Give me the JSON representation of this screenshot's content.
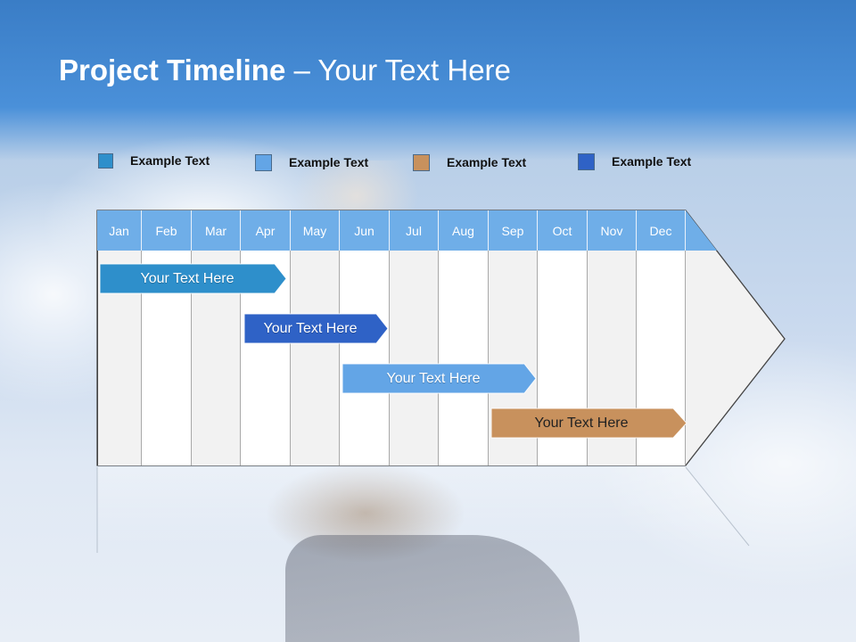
{
  "slide": {
    "title_bold": "Project Timeline",
    "title_rest": " – Your Text Here"
  },
  "legend": [
    {
      "label": "Example Text",
      "color": "#2e8fcb"
    },
    {
      "label": "Example Text",
      "color": "#63a5e6"
    },
    {
      "label": "Example Text",
      "color": "#c8915d"
    },
    {
      "label": "Example Text",
      "color": "#2f62c6"
    }
  ],
  "timeline": {
    "months": [
      "Jan",
      "Feb",
      "Mar",
      "Apr",
      "May",
      "Jun",
      "Jul",
      "Aug",
      "Sep",
      "Oct",
      "Nov",
      "Dec"
    ],
    "header_color": "#6faee8",
    "tasks": [
      {
        "label": "Your  Text Here",
        "color": "#2e8fcb"
      },
      {
        "label": "Your  Text Here",
        "color": "#2f62c6"
      },
      {
        "label": "Your  Text Here",
        "color": "#63a5e6"
      },
      {
        "label": "Your  Text Here",
        "color": "#c8915d"
      }
    ]
  }
}
